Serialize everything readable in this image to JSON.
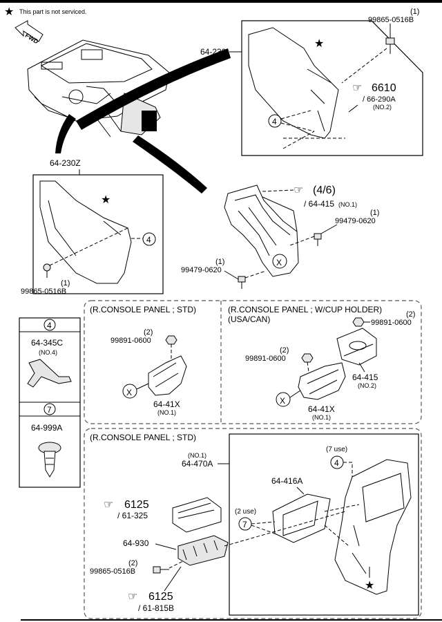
{
  "header": {
    "note": "This part is not serviced."
  },
  "fwd_label": "FWD",
  "callouts": {
    "c_64_230": "64-230",
    "c_99865_top_q": "(1)",
    "c_99865_top": "99865-0516B",
    "c_6610": "6610",
    "c_66_290A": "/ 66-290A",
    "c_no2_a": "(NO.2)",
    "c_4_a": "4",
    "c_64_230Z": "64-230Z",
    "c_4_b": "4",
    "c_99865_left_q": "(1)",
    "c_99865_left": "99865-0516B",
    "c_4_6": "(4/6)",
    "c_64_415": "/ 64-415",
    "c_no1_a": "(NO.1)",
    "c_99479_r_q": "(1)",
    "c_99479_r": "99479-0620",
    "c_99479_l_q": "(1)",
    "c_99479_l": "99479-0620",
    "c_X_main": "X"
  },
  "legend": {
    "item4_num": "4",
    "item4_part": "64-345C",
    "item4_note": "(NO.4)",
    "item7_num": "7",
    "item7_part": "64-999A"
  },
  "panel_std": {
    "title": "(R.CONSOLE PANEL ; STD)",
    "nut_q": "(2)",
    "nut": "99891-0600",
    "x": "X",
    "part": "64-41X",
    "part_note": "(NO.1)"
  },
  "panel_cup": {
    "title": "(R.CONSOLE PANEL ; W/CUP HOLDER)",
    "subtitle": "(USA/CAN)",
    "nut1_q": "(2)",
    "nut1": "99891-0600",
    "nut2_q": "(2)",
    "nut2": "99891-0600",
    "part415": "64-415",
    "part415_note": "(NO.2)",
    "x": "X",
    "part": "64-41X",
    "part_note": "(NO.1)"
  },
  "panel_bottom": {
    "title": "(R.CONSOLE PANEL ; STD)",
    "no1": "(NO.1)",
    "part470": "64-470A",
    "use7": "(7 use)",
    "c4": "4",
    "part416": "64-416A",
    "use2": "(2 use)",
    "c7": "7",
    "ref6125a": "6125",
    "ref61_325": "/ 61-325",
    "part930": "64-930",
    "bolt_q": "(2)",
    "bolt": "99865-0516B",
    "ref6125b": "6125",
    "ref61_815B": "/ 61-815B"
  }
}
